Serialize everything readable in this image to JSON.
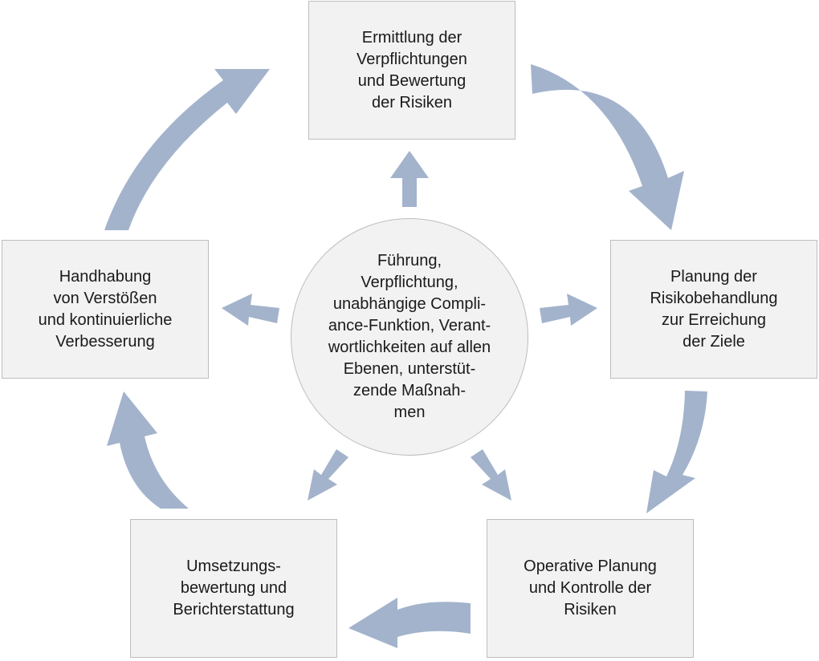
{
  "center": {
    "text": "Führung,\nVerpflichtung,\nunabhängige Compli-\nance-Funktion, Verant-\nwortlichkeiten auf allen\nEbenen, unterstüt-\nzende Maßnah-\nmen"
  },
  "steps": [
    {
      "text": "Ermittlung der\nVerpflichtungen\nund Bewertung\nder Risiken"
    },
    {
      "text": "Planung der\nRisikobehandlung\nzur Erreichung\nder Ziele"
    },
    {
      "text": "Operative Planung\nund Kontrolle der\nRisiken"
    },
    {
      "text": "Umsetzungs-\nbewertung und\nBerichterstattung"
    },
    {
      "text": "Handhabung\nvon Verstößen\nund kontinuierliche\nVerbesserung"
    }
  ],
  "colors": {
    "arrow": "#a3b3cc",
    "box_fill": "#f2f2f2",
    "box_border": "#bdbdbd"
  }
}
